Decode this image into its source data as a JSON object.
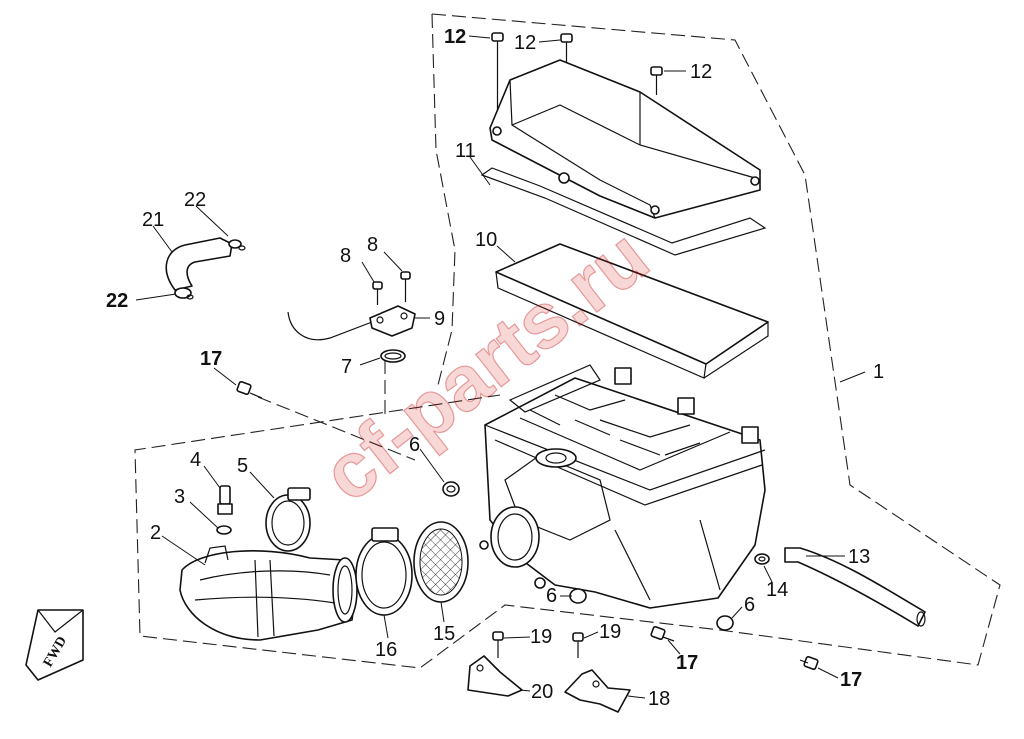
{
  "watermark": "cf-parts.ru",
  "direction_label": "FWD",
  "callouts": {
    "c1": "1",
    "c2": "2",
    "c3": "3",
    "c4": "4",
    "c5": "5",
    "c6a": "6",
    "c6b": "6",
    "c6c": "6",
    "c7": "7",
    "c8a": "8",
    "c8b": "8",
    "c9": "9",
    "c10": "10",
    "c11": "11",
    "c12a": "12",
    "c12b": "12",
    "c12c": "12",
    "c13": "13",
    "c14": "14",
    "c15": "15",
    "c16": "16",
    "c17a": "17",
    "c17b": "17",
    "c17c": "17",
    "c18": "18",
    "c19a": "19",
    "c19b": "19",
    "c20": "20",
    "c21": "21",
    "c22a": "22",
    "c22b": "22"
  }
}
